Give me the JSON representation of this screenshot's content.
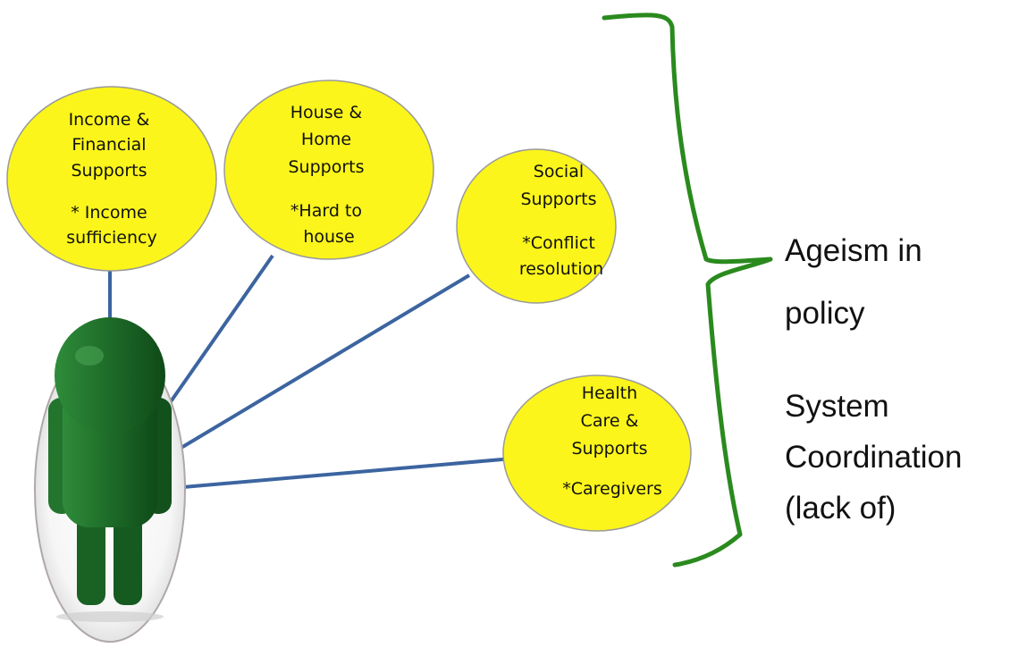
{
  "colors": {
    "bubble_fill": "#fbf51b",
    "bubble_stroke": "#9a9a9a",
    "connector": "#3c64a0",
    "bracket": "#2a8a1e",
    "figure": "#1f6e2a",
    "background": "#ffffff"
  },
  "figure": {
    "icon": "person-figure-icon"
  },
  "bubbles": [
    {
      "title_lines": [
        "Income &",
        "Financial",
        "Supports"
      ],
      "note_lines": [
        "* Income",
        "sufficiency"
      ]
    },
    {
      "title_lines": [
        "House &",
        "Home",
        "Supports"
      ],
      "note_lines": [
        "*Hard to",
        "house"
      ]
    },
    {
      "title_lines": [
        "Social",
        "Supports"
      ],
      "note_lines": [
        "*Conflict",
        "resolution"
      ]
    },
    {
      "title_lines": [
        "Health",
        "Care &",
        "Supports"
      ],
      "note_lines": [
        "*Caregivers"
      ]
    }
  ],
  "side_text": {
    "ageism": [
      "Ageism in",
      "policy"
    ],
    "coordination": [
      "System",
      "Coordination",
      "(lack of)"
    ]
  }
}
